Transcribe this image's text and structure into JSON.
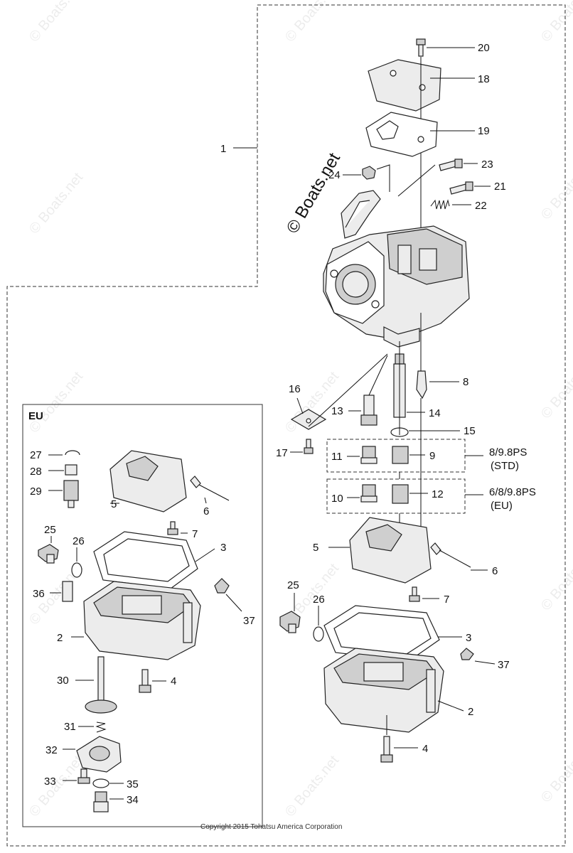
{
  "watermark": {
    "text": "© Boats.net"
  },
  "inset": {
    "title": "EU"
  },
  "copyright": "Copyright 2015 Tohatsu America Corporation",
  "labels": {
    "n1": "1",
    "n2": "2",
    "n3": "3",
    "n4": "4",
    "n5": "5",
    "n6": "6",
    "n7": "7",
    "n8": "8",
    "n9": "9",
    "n10": "10",
    "n11": "11",
    "n12": "12",
    "n13": "13",
    "n14": "14",
    "n15": "15",
    "n16": "16",
    "n17": "17",
    "n18": "18",
    "n19": "19",
    "n20": "20",
    "n21": "21",
    "n22": "22",
    "n23": "23",
    "n24": "24",
    "n25": "25",
    "n26": "26",
    "n27": "27",
    "n28": "28",
    "n29": "29",
    "n30": "30",
    "n31": "31",
    "n32": "32",
    "n33": "33",
    "n34": "34",
    "n35": "35",
    "n36": "36",
    "n37": "37"
  },
  "groups": {
    "std_line1": "8/9.8PS",
    "std_line2": "(STD)",
    "eu_line1": "6/8/9.8PS",
    "eu_line2": "(EU)"
  }
}
